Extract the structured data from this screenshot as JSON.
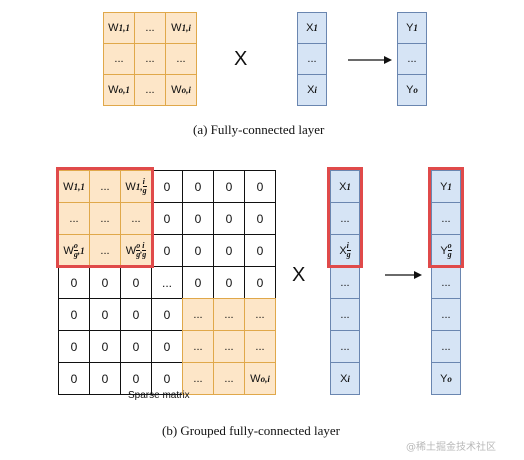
{
  "top": {
    "weights": [
      [
        "W",
        "...",
        "W"
      ],
      [
        "...",
        "...",
        "..."
      ],
      [
        "W",
        "...",
        "W"
      ]
    ],
    "weight_subs": [
      [
        "1,1",
        "",
        "1,i"
      ],
      [
        "",
        "",
        ""
      ],
      [
        "o,1",
        "",
        "o,i"
      ]
    ],
    "times": "X",
    "x_vector": [
      "X",
      "...",
      "X"
    ],
    "x_subs": [
      "1",
      "",
      "i"
    ],
    "y_vector": [
      "Y",
      "...",
      "Y"
    ],
    "y_subs": [
      "1",
      "",
      "o"
    ],
    "caption": "(a) Fully-connected layer"
  },
  "bottom": {
    "times": "X",
    "x_vector": [
      "X",
      "...",
      "X",
      "...",
      "...",
      "...",
      "X"
    ],
    "y_vector": [
      "Y",
      "...",
      "Y",
      "...",
      "...",
      "...",
      "Y"
    ],
    "sparse_label": "Sparse matrix",
    "caption": "(b) Grouped fully-connected layer",
    "zero": "0",
    "dots": "...",
    "last_weight": "W",
    "last_weight_sub": "o,i",
    "w11": "W",
    "w11_sub": "1,1",
    "w1i_sub_top": "1,",
    "w1i_frac_num": "i",
    "w1i_frac_den": "g",
    "x1_sub": "1",
    "xi_sub": "i",
    "xig_sub_num": "i",
    "xig_sub_den": "g",
    "y1_sub": "1",
    "yo_sub": "o",
    "yog_sub_num": "o",
    "yog_sub_den": "g",
    "wog1_num": "o",
    "wog1_den": "g",
    "wog1_tail": ",1",
    "wogig_num": "o",
    "wogig_den": "g",
    "wogig_tail_num": "i",
    "wogig_tail_den": "g"
  },
  "watermark": "@稀土掘金技术社区",
  "colors": {
    "orange_fill": "#fde6c8",
    "orange_border": "#e0a84a",
    "blue_fill": "#d6e4f5",
    "blue_border": "#6a86b0",
    "red_box": "#e04a4a"
  }
}
